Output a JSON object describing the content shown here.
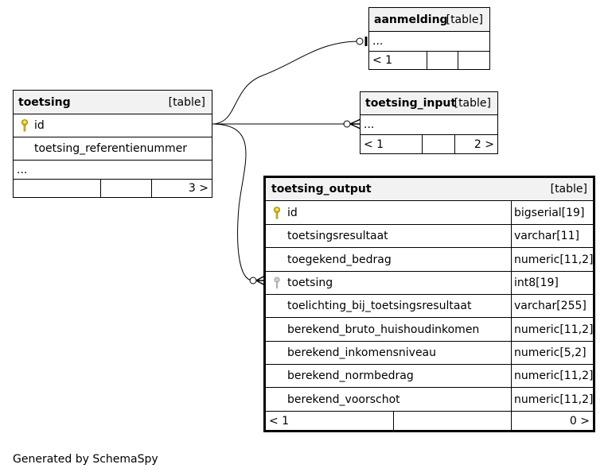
{
  "tables": {
    "aanmelding": {
      "name": "aanmelding",
      "type_label": "[table]",
      "ellipsis": "...",
      "footer": {
        "left": "< 1",
        "mid": "",
        "right": ""
      }
    },
    "toetsing": {
      "name": "toetsing",
      "type_label": "[table]",
      "columns": [
        {
          "name": "id",
          "key": "primary"
        },
        {
          "name": "toetsing_referentienummer",
          "key": ""
        }
      ],
      "ellipsis": "...",
      "footer": {
        "left": "",
        "mid": "",
        "right": "3 >"
      }
    },
    "toetsing_input": {
      "name": "toetsing_input",
      "type_label": "[table]",
      "ellipsis": "...",
      "footer": {
        "left": "< 1",
        "mid": "",
        "right": "2 >"
      }
    },
    "toetsing_output": {
      "name": "toetsing_output",
      "type_label": "[table]",
      "columns": [
        {
          "name": "id",
          "type": "bigserial[19]",
          "key": "primary"
        },
        {
          "name": "toetsingsresultaat",
          "type": "varchar[11]",
          "key": ""
        },
        {
          "name": "toegekend_bedrag",
          "type": "numeric[11,2]",
          "key": ""
        },
        {
          "name": "toetsing",
          "type": "int8[19]",
          "key": "foreign"
        },
        {
          "name": "toelichting_bij_toetsingsresultaat",
          "type": "varchar[255]",
          "key": ""
        },
        {
          "name": "berekend_bruto_huishoudinkomen",
          "type": "numeric[11,2]",
          "key": ""
        },
        {
          "name": "berekend_inkomensniveau",
          "type": "numeric[5,2]",
          "key": ""
        },
        {
          "name": "berekend_normbedrag",
          "type": "numeric[11,2]",
          "key": ""
        },
        {
          "name": "berekend_voorschot",
          "type": "numeric[11,2]",
          "key": ""
        }
      ],
      "footer": {
        "left": "< 1",
        "mid": "",
        "right": "0 >"
      }
    }
  },
  "footer_text": "Generated by SchemaSpy",
  "colors": {
    "primary_key": "#e6c800",
    "foreign_key": "#b0b0b0",
    "header_bg": "#f2f2f2",
    "line": "#000000"
  },
  "icons": {
    "primary_key": "key-icon",
    "foreign_key": "foreign-key-icon"
  }
}
